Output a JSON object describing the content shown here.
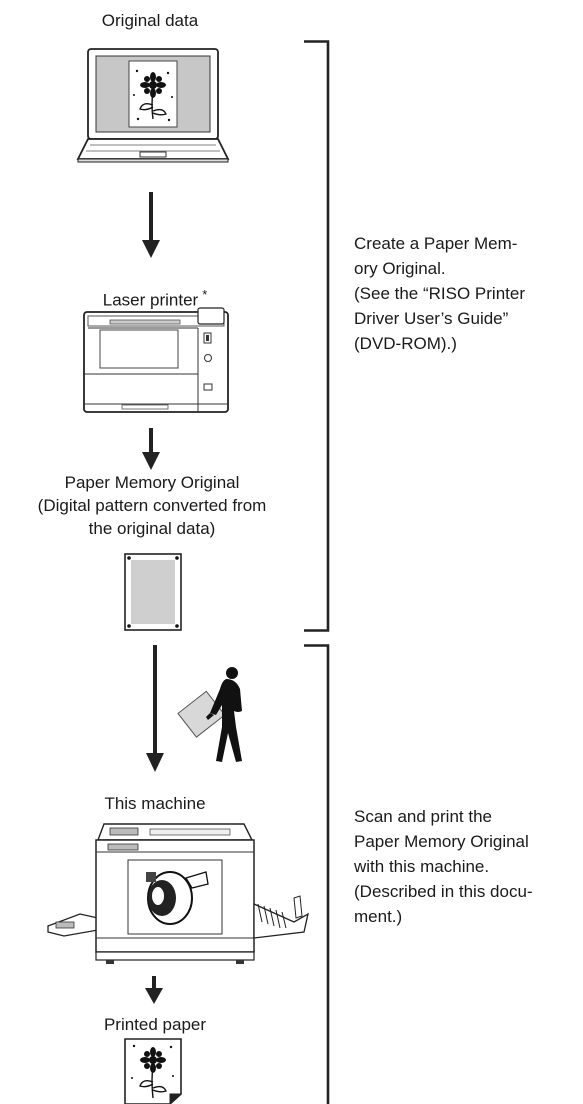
{
  "steps": {
    "original_data": "Original data",
    "laser_printer": "Laser printer",
    "laser_printer_note_mark": "*",
    "paper_memory_original_line1": "Paper Memory Original",
    "paper_memory_original_line2": "(Digital pattern converted from",
    "paper_memory_original_line3": "the original data)",
    "this_machine": "This machine",
    "printed_paper": "Printed paper"
  },
  "groups": {
    "create": {
      "line1": "Create a Paper Mem-",
      "line2": "ory Original.",
      "line3": "(See the “RISO Printer",
      "line4": "Driver User’s Guide”",
      "line5": "(DVD-ROM).)"
    },
    "scan": {
      "line1": "Scan and print the",
      "line2": "Paper Memory Original",
      "line3": "with this machine.",
      "line4": "(Described in this docu-",
      "line5": "ment.)"
    }
  },
  "icons": {
    "laptop": "laptop-icon",
    "laser_printer": "laser-printer-icon",
    "paper_memory_original": "paper-memory-original-icon",
    "person_carrying_paper": "person-carrying-paper-icon",
    "duplicator_machine": "duplicator-machine-icon",
    "printed_paper": "printed-paper-icon",
    "arrow": "arrow-down-icon",
    "bracket": "right-bracket-icon"
  }
}
